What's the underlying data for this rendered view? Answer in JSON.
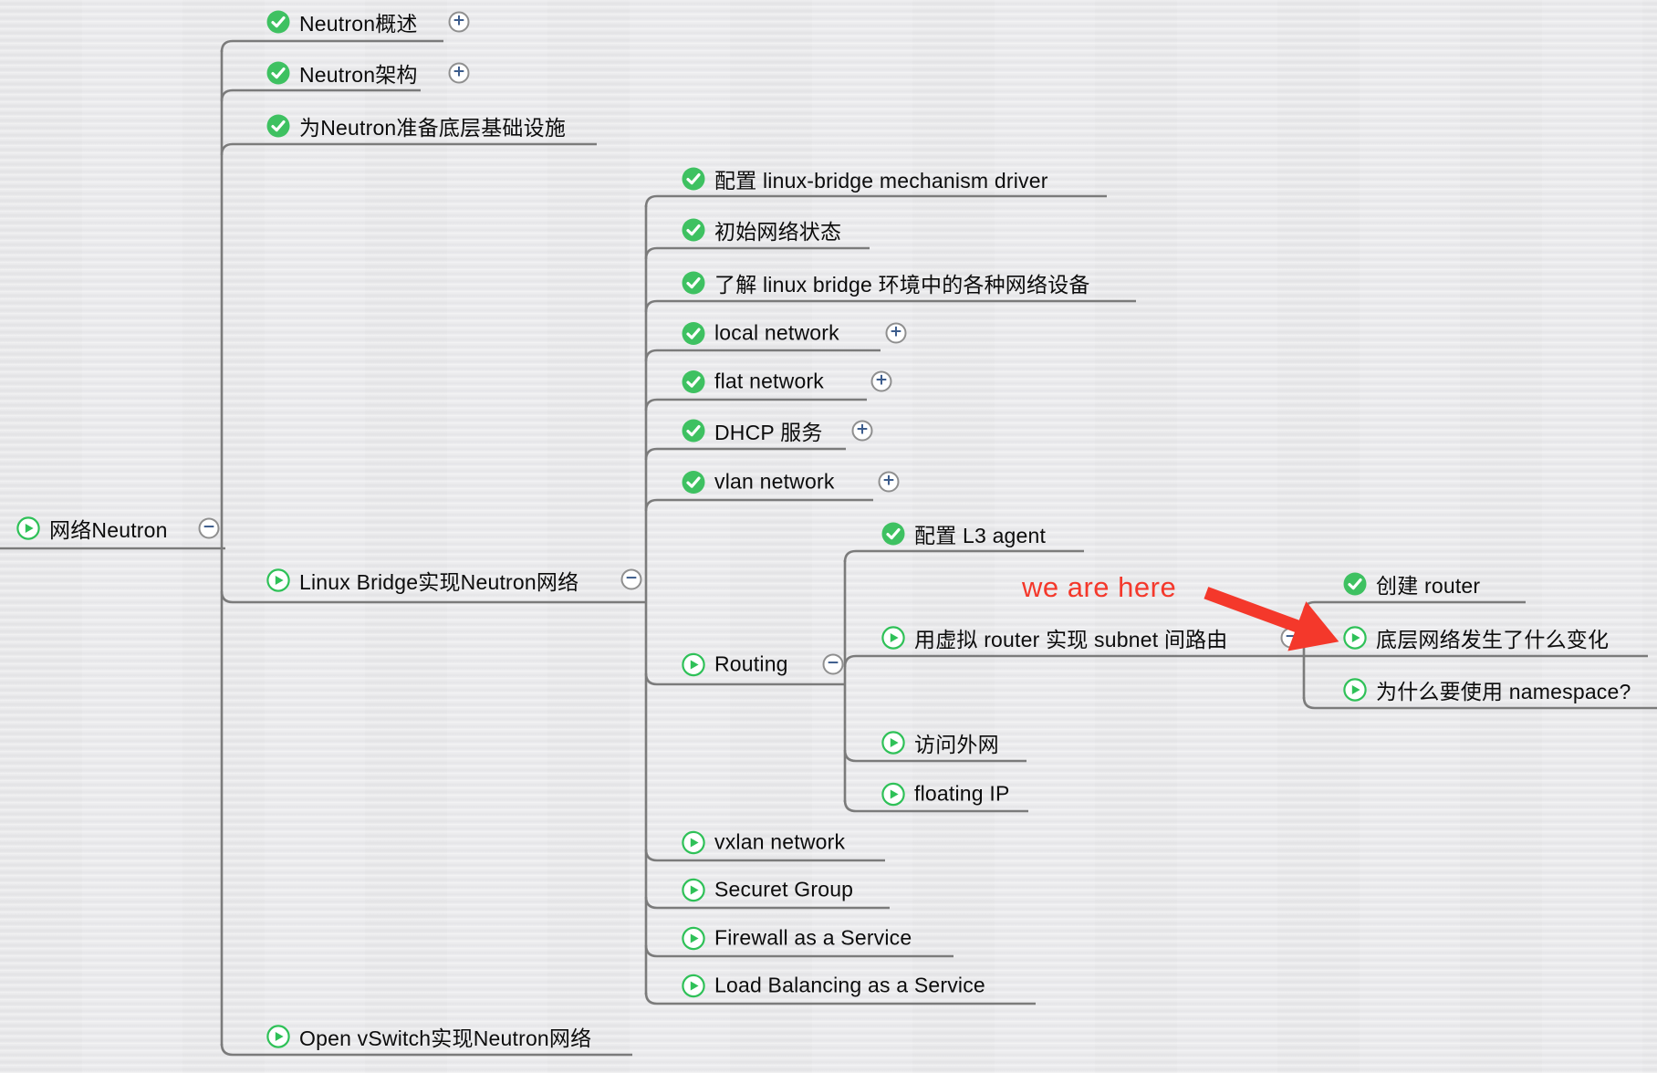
{
  "app": {
    "kind": "mind-map",
    "topic": "OpenStack Neutron study map"
  },
  "colors": {
    "background": "#ebebed",
    "line_gray": "#7b7b7b",
    "done_green": "#3ec161",
    "progress_green": "#2fc158",
    "toggle_ring_gray": "#8f8f8f",
    "toggle_symbol_blue": "#3c5c8c",
    "annotation_red": "#f4382b",
    "text_black": "#0c0c0c"
  },
  "annotation": {
    "label": "we are here",
    "arrow": "red-arrow pointing to 底层网络发生了什么变化"
  },
  "legend": {
    "done_icon": "green circle with white check",
    "in_progress_icon": "green outlined circle with play triangle"
  },
  "nodes": [
    {
      "id": "root",
      "level": 0,
      "label": "网络Neutron",
      "status": "in-progress",
      "toggle": "minus"
    },
    {
      "id": "overview",
      "level": 1,
      "label": "Neutron概述",
      "status": "done",
      "toggle": "plus"
    },
    {
      "id": "architecture",
      "level": 1,
      "label": "Neutron架构",
      "status": "done",
      "toggle": "plus"
    },
    {
      "id": "prepare",
      "level": 1,
      "label": "为Neutron准备底层基础设施",
      "status": "done",
      "toggle": null
    },
    {
      "id": "linux-bridge",
      "level": 1,
      "label": "Linux Bridge实现Neutron网络",
      "status": "in-progress",
      "toggle": "minus"
    },
    {
      "id": "mech-driver",
      "level": 2,
      "label": "配置 linux-bridge mechanism driver",
      "status": "done",
      "toggle": null
    },
    {
      "id": "initial-state",
      "level": 2,
      "label": "初始网络状态",
      "status": "done",
      "toggle": null
    },
    {
      "id": "devices",
      "level": 2,
      "label": "了解 linux bridge 环境中的各种网络设备",
      "status": "done",
      "toggle": null
    },
    {
      "id": "local-network",
      "level": 2,
      "label": "local network",
      "status": "done",
      "toggle": "plus"
    },
    {
      "id": "flat-network",
      "level": 2,
      "label": "flat network",
      "status": "done",
      "toggle": "plus"
    },
    {
      "id": "dhcp",
      "level": 2,
      "label": "DHCP 服务",
      "status": "done",
      "toggle": "plus"
    },
    {
      "id": "vlan-network",
      "level": 2,
      "label": "vlan network",
      "status": "done",
      "toggle": "plus"
    },
    {
      "id": "routing",
      "level": 2,
      "label": "Routing",
      "status": "in-progress",
      "toggle": "minus"
    },
    {
      "id": "l3-agent",
      "level": 3,
      "label": "配置 L3 agent",
      "status": "done",
      "toggle": null
    },
    {
      "id": "virtual-router",
      "level": 3,
      "label": "用虚拟 router 实现 subnet 间路由",
      "status": "in-progress",
      "toggle": "minus"
    },
    {
      "id": "create-router",
      "level": 4,
      "label": "创建 router",
      "status": "done",
      "toggle": null
    },
    {
      "id": "underlying-changes",
      "level": 4,
      "label": "底层网络发生了什么变化",
      "status": "in-progress",
      "toggle": null
    },
    {
      "id": "why-namespace",
      "level": 4,
      "label": "为什么要使用 namespace?",
      "status": "in-progress",
      "toggle": null
    },
    {
      "id": "visit-external",
      "level": 3,
      "label": "访问外网",
      "status": "in-progress",
      "toggle": null
    },
    {
      "id": "floating-ip",
      "level": 3,
      "label": "floating IP",
      "status": "in-progress",
      "toggle": null
    },
    {
      "id": "vxlan-network",
      "level": 2,
      "label": "vxlan network",
      "status": "in-progress",
      "toggle": null
    },
    {
      "id": "securet-group",
      "level": 2,
      "label": "Securet Group",
      "status": "in-progress",
      "toggle": null
    },
    {
      "id": "firewall",
      "level": 2,
      "label": "Firewall as a Service",
      "status": "in-progress",
      "toggle": null
    },
    {
      "id": "lbaas",
      "level": 2,
      "label": "Load Balancing as a Service",
      "status": "in-progress",
      "toggle": null
    },
    {
      "id": "open-vswitch",
      "level": 1,
      "label": "Open vSwitch实现Neutron网络",
      "status": "in-progress",
      "toggle": null
    }
  ]
}
